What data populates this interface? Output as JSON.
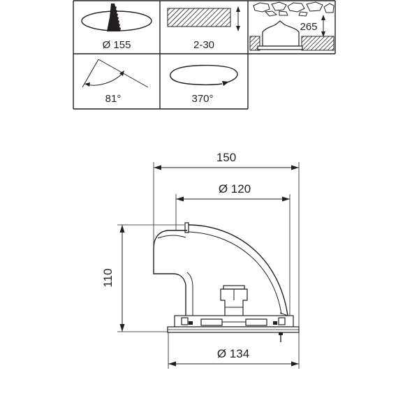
{
  "spec_table": {
    "cutout_diameter": "Ø 155",
    "ceiling_thickness": "2-30",
    "recess_depth": "265",
    "tilt_angle": "81°",
    "rotation_angle": "370°"
  },
  "dimensions": {
    "overall_width": "150",
    "reflector_diameter": "Ø 120",
    "height": "110",
    "flange_diameter": "Ø 134"
  },
  "icons": {
    "cutout": "saw-cutout-icon",
    "ceiling": "ceiling-thickness-icon",
    "recess": "recess-depth-icon",
    "tilt": "tilt-angle-icon",
    "rotation": "rotation-icon"
  },
  "colors": {
    "line": "#231f20",
    "background": "#ffffff"
  }
}
